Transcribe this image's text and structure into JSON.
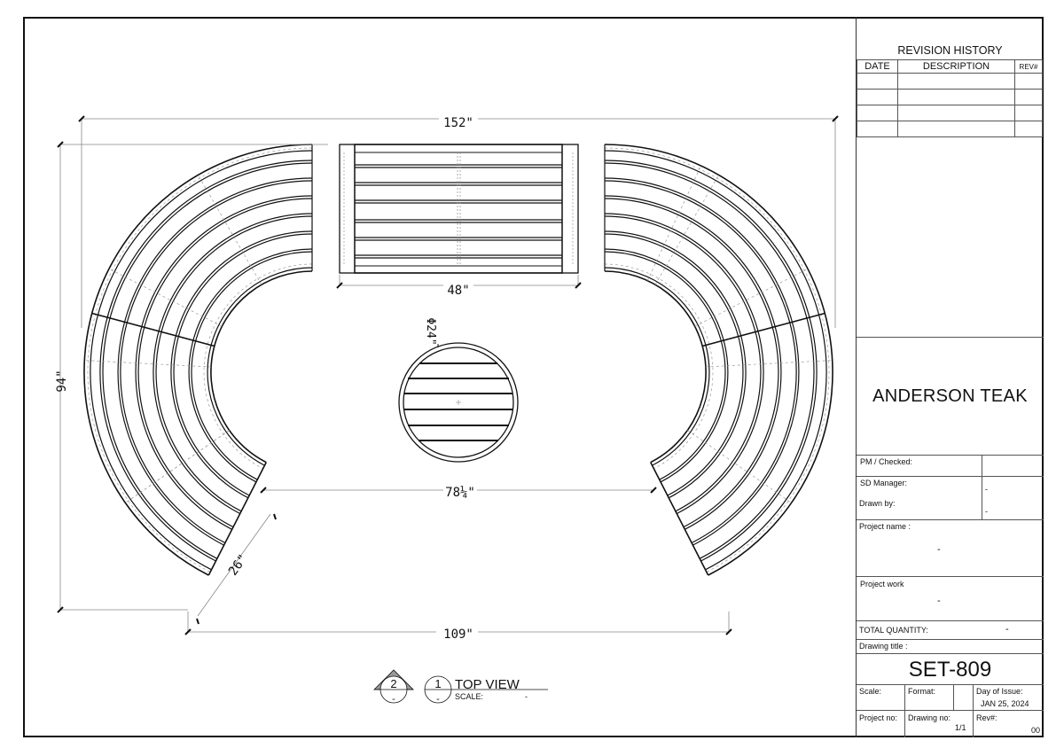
{
  "drawing": {
    "dimensions": {
      "overall_width": "152\"",
      "center_bench_width": "48\"",
      "table_diameter": "Φ24\"",
      "overall_depth": "94\"",
      "inner_opening": "78¼\"",
      "bench_depth": "26\"",
      "end_span": "109\""
    },
    "view_label": {
      "section_ref_number": "2",
      "section_ref_sub": "-",
      "detail_number": "1",
      "detail_sub": "-",
      "title": "TOP VIEW",
      "scale_label": "SCALE:",
      "scale_value": "-"
    }
  },
  "title_block": {
    "revision_history": {
      "title": "REVISION HISTORY",
      "columns": [
        "DATE",
        "DESCRIPTION",
        "REV#"
      ],
      "rows": [
        [
          "",
          "",
          ""
        ],
        [
          "",
          "",
          ""
        ],
        [
          "",
          "",
          ""
        ],
        [
          "",
          "",
          ""
        ]
      ]
    },
    "company": "ANDERSON TEAK",
    "pm_checked_label": "PM / Checked:",
    "pm_checked_value": "",
    "sd_manager_label": "SD Manager:",
    "sd_manager_value": "-",
    "drawn_by_label": "Drawn by:",
    "drawn_by_value": "-",
    "project_name_label": "Project name :",
    "project_name_value": "-",
    "project_work_label": "Project work",
    "project_work_value": "-",
    "total_quantity_label": "TOTAL QUANTITY:",
    "total_quantity_value": "-",
    "drawing_title_label": "Drawing title :",
    "drawing_title_value": "SET-809",
    "scale_label": "Scale:",
    "format_label": "Format:",
    "day_of_issue_label": "Day of Issue:",
    "day_of_issue_value": "JAN 25, 2024",
    "project_no_label": "Project no:",
    "drawing_no_label": "Drawing no:",
    "drawing_no_value": "1/1",
    "rev_label": "Rev#:",
    "rev_value": "00"
  }
}
